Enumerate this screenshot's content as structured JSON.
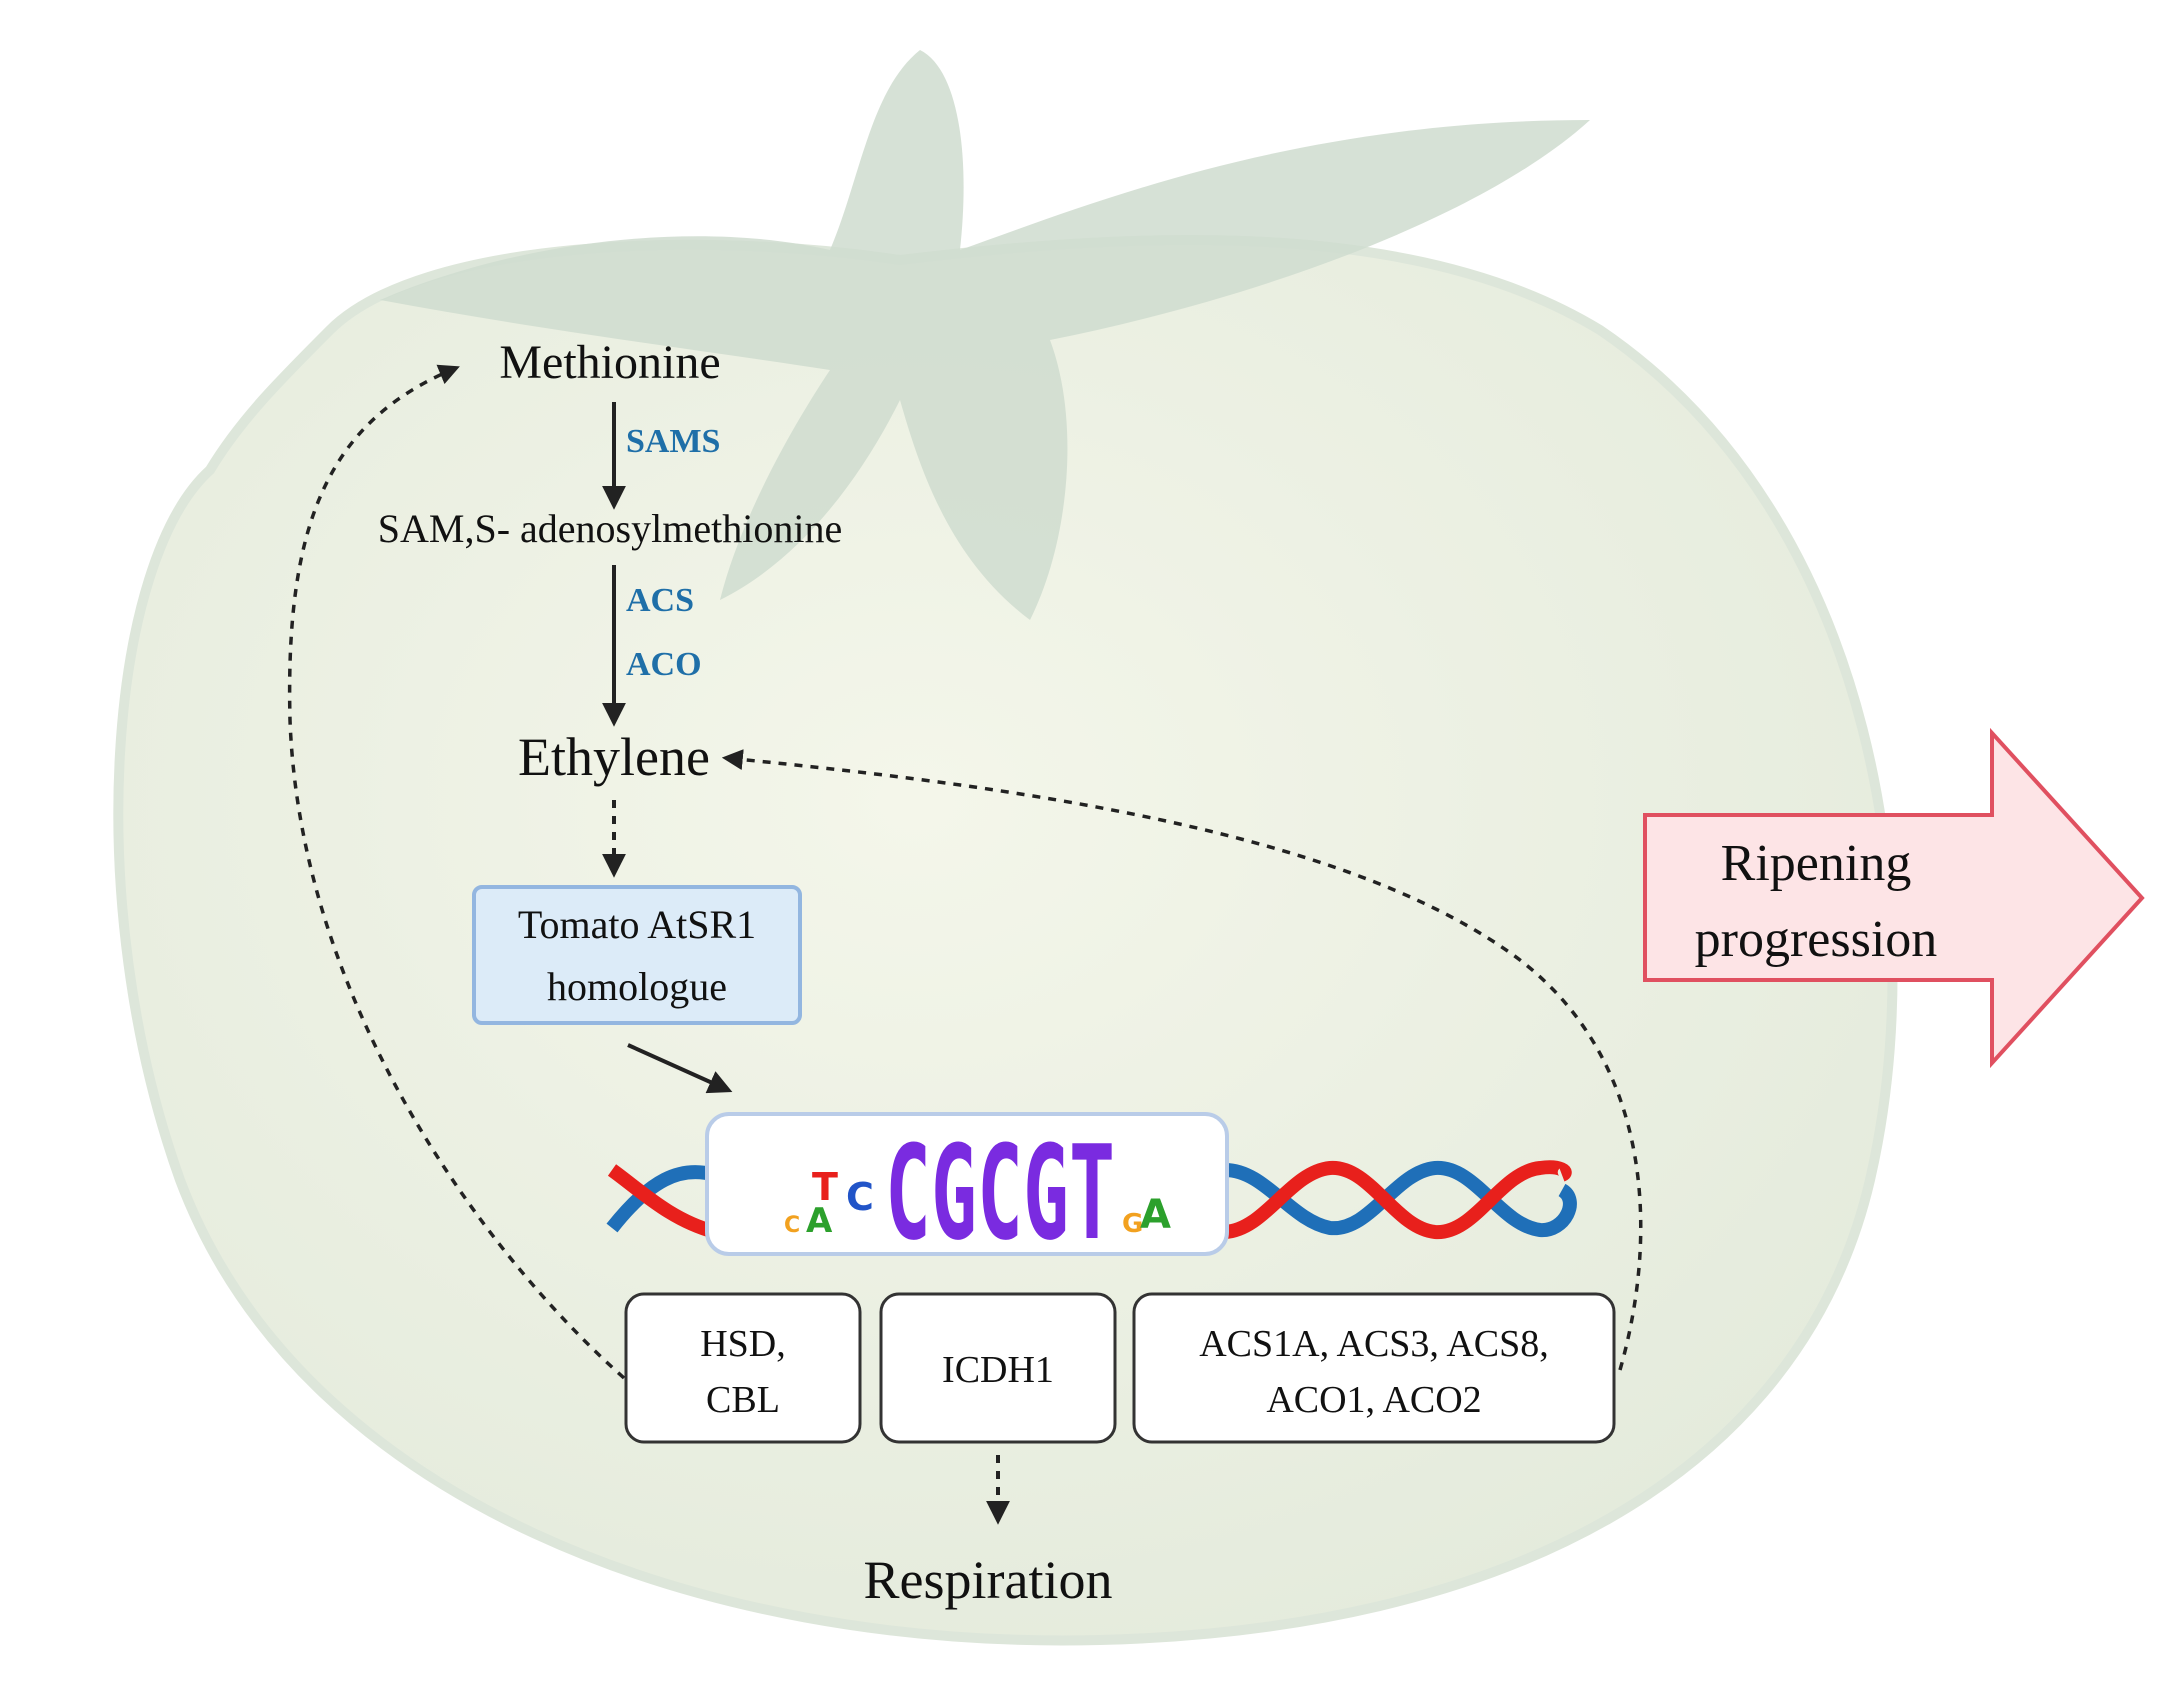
{
  "pathway": {
    "methionine": "Methionine",
    "sams": "SAMS",
    "sam": "SAM,S- adenosylmethionine",
    "acs": "ACS",
    "aco": "ACO",
    "ethylene": "Ethylene",
    "receptor_line1": "Tomato AtSR1",
    "receptor_line2": "homologue",
    "motif": "CGCGT"
  },
  "genes": {
    "box1_line1": "HSD,",
    "box1_line2": "CBL",
    "box2": "ICDH1",
    "box3_line1": "ACS1A, ACS3, ACS8,",
    "box3_line2": "ACO1, ACO2"
  },
  "outputs": {
    "respiration": "Respiration",
    "ripening_line1": "Ripening",
    "ripening_line2": "progression"
  },
  "colors": {
    "enzyme_text": "#1f6fa8",
    "receptor_fill": "#dcebf8",
    "ripening_arrow": "#fde4e6",
    "ripening_border": "#e05060",
    "dna_red": "#e8201c",
    "dna_blue": "#1f6fb8",
    "tomato_body": "#eef2e2"
  }
}
